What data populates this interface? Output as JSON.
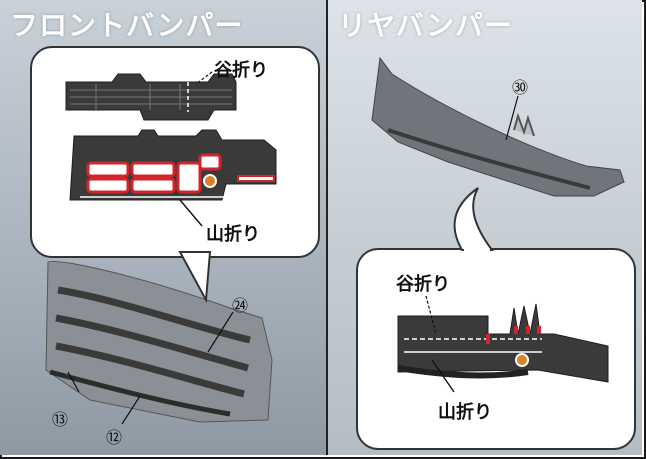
{
  "panels": {
    "front": {
      "title": "フロントバンパー"
    },
    "rear": {
      "title": "リヤバンパー"
    }
  },
  "labels": {
    "valley_fold": "谷折り",
    "mountain_fold": "山折り"
  },
  "part_numbers": {
    "p24": "㉔",
    "p13": "⑬",
    "p12": "⑫",
    "p30": "㉚"
  },
  "colors": {
    "panel_border": "#1a1a1a",
    "part_dark": "#3a3a3a",
    "cut_highlight": "#d0262b",
    "valley_line": "#ffffff",
    "pin": "#d9822b"
  }
}
